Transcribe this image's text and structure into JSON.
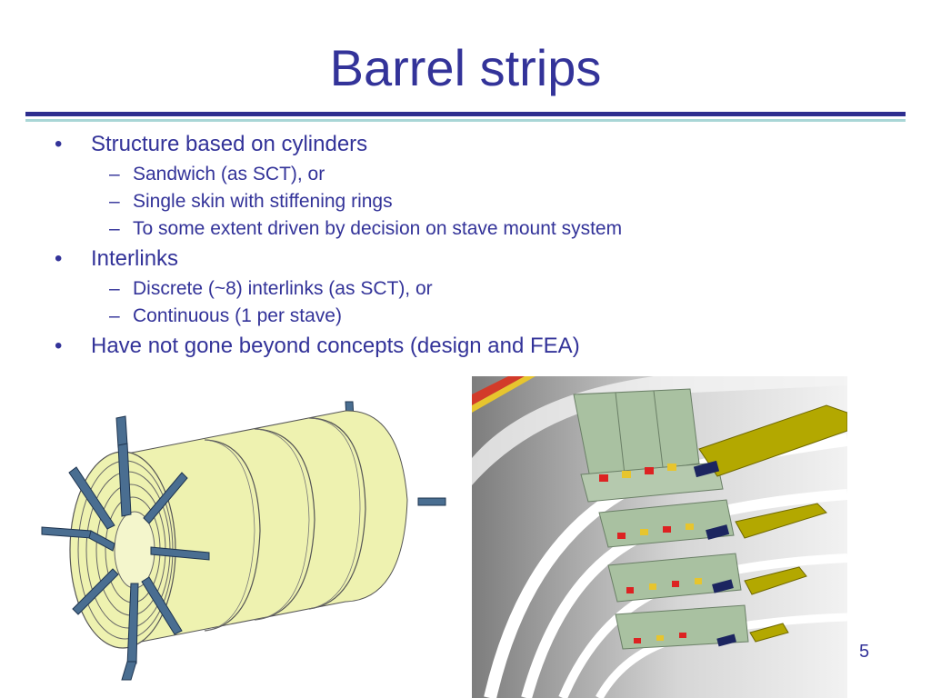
{
  "slide": {
    "title": "Barrel strips",
    "page_number": "5",
    "bullet_marker": "•",
    "dash_marker": "–",
    "bullets": [
      {
        "text": "Structure based on cylinders",
        "subs": [
          "Sandwich (as SCT), or",
          "Single skin with stiffening rings",
          "To some extent driven by decision on stave mount system"
        ]
      },
      {
        "text": "Interlinks",
        "subs": [
          "Discrete (~8) interlinks (as SCT), or",
          "Continuous (1 per stave)"
        ]
      },
      {
        "text": "Have not gone beyond concepts (design and FEA)",
        "subs": []
      }
    ]
  },
  "colors": {
    "text": "#333399",
    "rule": "#2e2e8f",
    "rule_accent": "#a9d6d6",
    "cylinder": "#eef2b0",
    "interlink": "#4a6e91",
    "stave": "#9fb99a",
    "bracket": "#b3a800"
  }
}
